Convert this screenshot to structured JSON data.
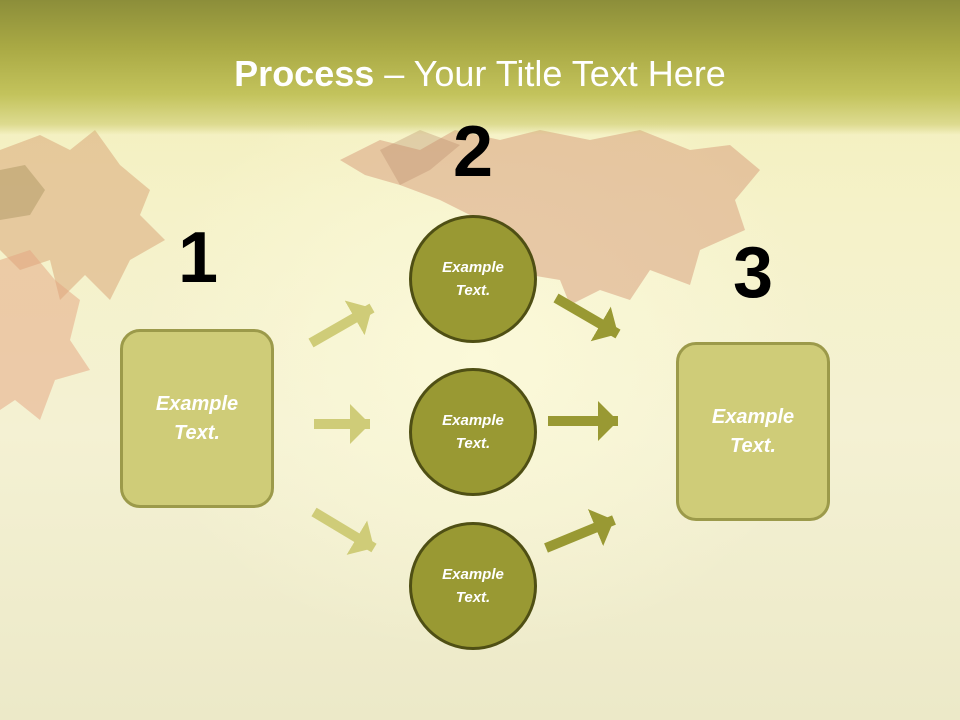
{
  "slide": {
    "title_bold": "Process",
    "title_rest": " – Your Title Text Here"
  },
  "steps": {
    "one": "1",
    "two": "2",
    "three": "3"
  },
  "left_box": {
    "text": "Example Text."
  },
  "right_box": {
    "text": "Example Text."
  },
  "circles": [
    {
      "text": "Example Text."
    },
    {
      "text": "Example Text."
    },
    {
      "text": "Example Text."
    }
  ],
  "colors": {
    "header": "#a9a944",
    "box_fill": "#cfcc78",
    "circle_fill": "#999933",
    "circle_border": "#4f4f14",
    "arrow_light": "#cfcc78",
    "arrow_dark": "#999933"
  }
}
